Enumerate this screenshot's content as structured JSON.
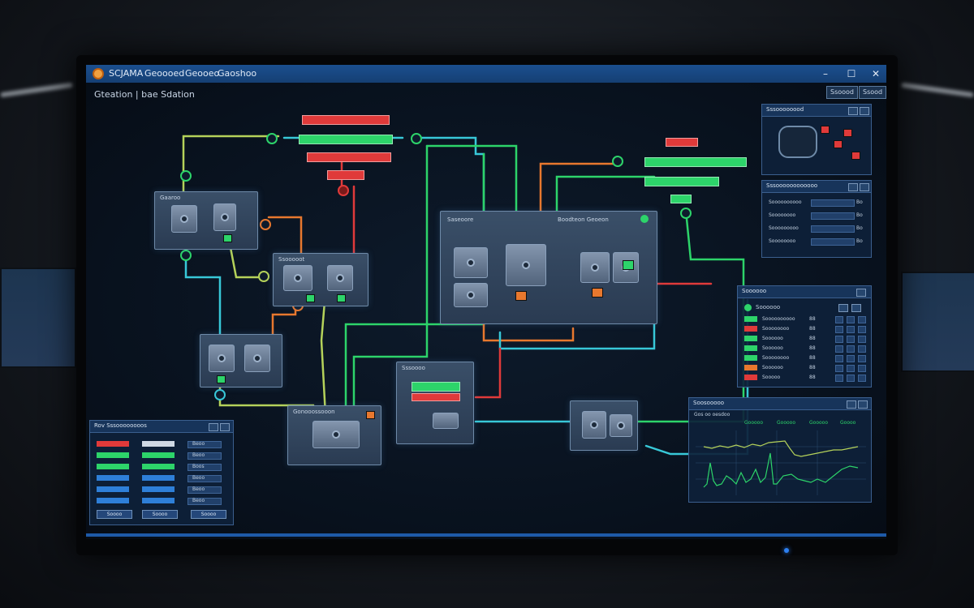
{
  "window": {
    "title": "SCJAMA",
    "menu": [
      "Geoooed",
      "Geooeo",
      "Gaoshoo"
    ],
    "subtitle": "Gteation | bae Sdation",
    "controls": [
      "–",
      "☐",
      "✕"
    ],
    "toolbar": [
      "Ssoood",
      "Ssood"
    ]
  },
  "process_nodes": [
    {
      "title": "Gaaroo"
    },
    {
      "title": "Ssooooot"
    },
    {
      "title": "Gonooossooon"
    },
    {
      "title": "Saseoore"
    },
    {
      "title": "Boodteon Geoeon"
    }
  ],
  "overview_panel": {
    "title": "Sssoooooood"
  },
  "status_table_panel": {
    "title": "Sssoooooooooooo",
    "rows": [
      {
        "label": "Soooooooooo",
        "value": "Bo"
      },
      {
        "label": "Soooooooo",
        "value": "Bo"
      },
      {
        "label": "Sooooooooo",
        "value": "Bo"
      },
      {
        "label": "Soooooooo",
        "value": "Bo"
      }
    ]
  },
  "alarm_panel": {
    "title": "Soooooo",
    "header": "Soooooo",
    "rows": [
      {
        "label": "Soooooooooo",
        "value": "88",
        "color": "#2dd46a"
      },
      {
        "label": "Soooooooo",
        "value": "88",
        "color": "#e03a3a"
      },
      {
        "label": "Soooooo",
        "value": "88",
        "color": "#2dd46a"
      },
      {
        "label": "Soooooo",
        "value": "88",
        "color": "#2dd46a"
      },
      {
        "label": "Soooooooo",
        "value": "88",
        "color": "#2dd46a"
      },
      {
        "label": "Soooooo",
        "value": "88",
        "color": "#e8782e"
      },
      {
        "label": "Sooooo",
        "value": "88",
        "color": "#e03a3a"
      }
    ]
  },
  "trend_panel": {
    "title": "Soosooooo",
    "legend": [
      "Gos oo oesdoo",
      "Gooooo",
      "Gooooo",
      "Gooooo",
      "Goooo"
    ]
  },
  "controls_panel": {
    "title": "Rov Sssoooooooos",
    "rows": [
      {
        "a": "#e03a3a",
        "b": "#cfd8e4",
        "c": "Beoo"
      },
      {
        "a": "#2dd46a",
        "b": "#2dd46a",
        "c": "Beoo"
      },
      {
        "a": "#2dd46a",
        "b": "#2dd46a",
        "c": "Boos"
      },
      {
        "a": "#2e7fd8",
        "b": "#2e7fd8",
        "c": "Beoo"
      },
      {
        "a": "#2e7fd8",
        "b": "#2e7fd8",
        "c": "Beoo"
      },
      {
        "a": "#2e7fd8",
        "b": "#2e7fd8",
        "c": "Beoo"
      }
    ],
    "buttons": [
      "Soooo",
      "Soooo",
      "Soooo"
    ]
  },
  "mini_panel": {
    "title": "Sssoooo"
  },
  "colors": {
    "green": "#2dd46a",
    "red": "#e03a3a",
    "orange": "#e8782e",
    "cyan": "#38c8d8",
    "accent": "#1e5aa8"
  }
}
